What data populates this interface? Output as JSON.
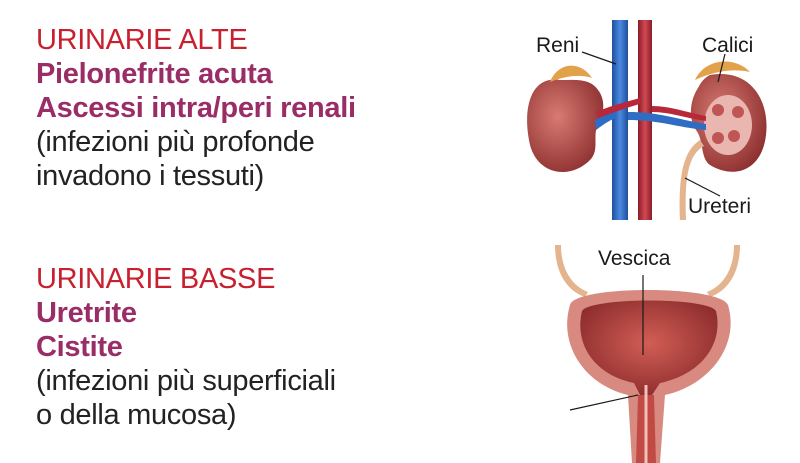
{
  "upper": {
    "title": "URINARIE ALTE",
    "diseases": [
      "Pielonefrite acuta",
      "Ascessi intra/peri renali"
    ],
    "notes": [
      "(infezioni più profonde",
      "invadono i tessuti)"
    ]
  },
  "lower": {
    "title": "URINARIE BASSE",
    "diseases": [
      "Uretrite",
      "Cistite"
    ],
    "notes": [
      "(infezioni più superficiali",
      "o della mucosa)"
    ]
  },
  "kidney_labels": {
    "reni": "Reni",
    "calici": "Calici",
    "ureteri": "Ureteri"
  },
  "bladder_labels": {
    "vescica": "Vescica"
  },
  "colors": {
    "section_title": "#c8202f",
    "disease": "#9a2d66",
    "note": "#222222",
    "vein": "#2f6cc4",
    "artery": "#b8283a",
    "kidney": "#b9504f",
    "bladder": "#c24a44"
  }
}
